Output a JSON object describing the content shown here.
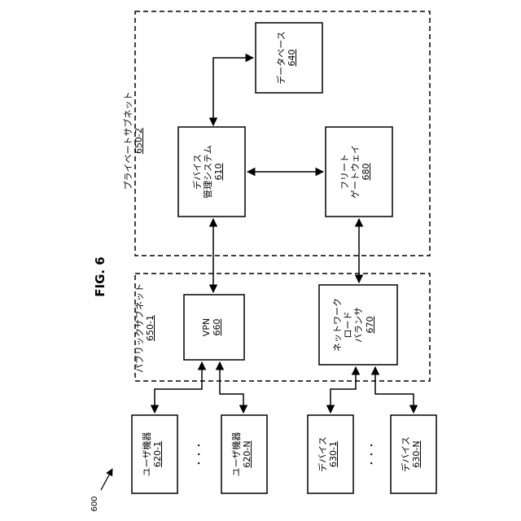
{
  "figure": {
    "title": "FIG. 6",
    "ref": "600"
  },
  "subnets": {
    "private": {
      "label": "プライベートサブネット",
      "ref": "650-2"
    },
    "public": {
      "label": "パブリックサブネット",
      "ref": "650-1"
    }
  },
  "nodes": {
    "database": {
      "line1": "データベース",
      "ref": "640"
    },
    "device_mgmt": {
      "line1": "デバイス",
      "line2": "管理システム",
      "ref": "610"
    },
    "fleet_gateway": {
      "line1": "フリート",
      "line2": "ゲートウェイ",
      "ref": "680"
    },
    "vpn": {
      "line1": "VPN",
      "ref": "660"
    },
    "load_balancer": {
      "line1": "ネットワーク",
      "line2": "ロード",
      "line3": "バランサ",
      "ref": "670"
    },
    "user_device_1": {
      "line1": "ユーザ機器",
      "ref": "620-1"
    },
    "user_device_n": {
      "line1": "ユーザ機器",
      "ref": "620-N"
    },
    "device_1": {
      "line1": "デバイス",
      "ref": "630-1"
    },
    "device_n": {
      "line1": "デバイス",
      "ref": "630-N"
    }
  },
  "ellipsis": "・・・"
}
